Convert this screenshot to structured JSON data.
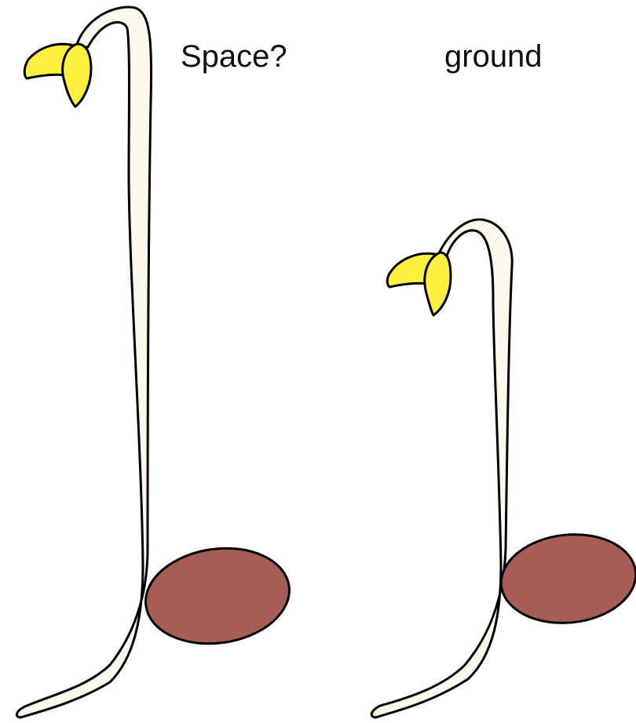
{
  "labels": {
    "left": "Space?",
    "right": "ground"
  },
  "colors": {
    "stem_fill": "#fcf8ec",
    "outline": "#000000",
    "leaf_fill": "#fff040",
    "seed_fill": "#a65d55",
    "background": "#ffffff"
  },
  "figures": [
    {
      "name": "seedling-space",
      "parts": [
        "stem",
        "cotyledon-back",
        "cotyledon-front",
        "seed"
      ]
    },
    {
      "name": "seedling-ground",
      "parts": [
        "stem",
        "cotyledon-back",
        "cotyledon-front",
        "seed"
      ]
    }
  ]
}
